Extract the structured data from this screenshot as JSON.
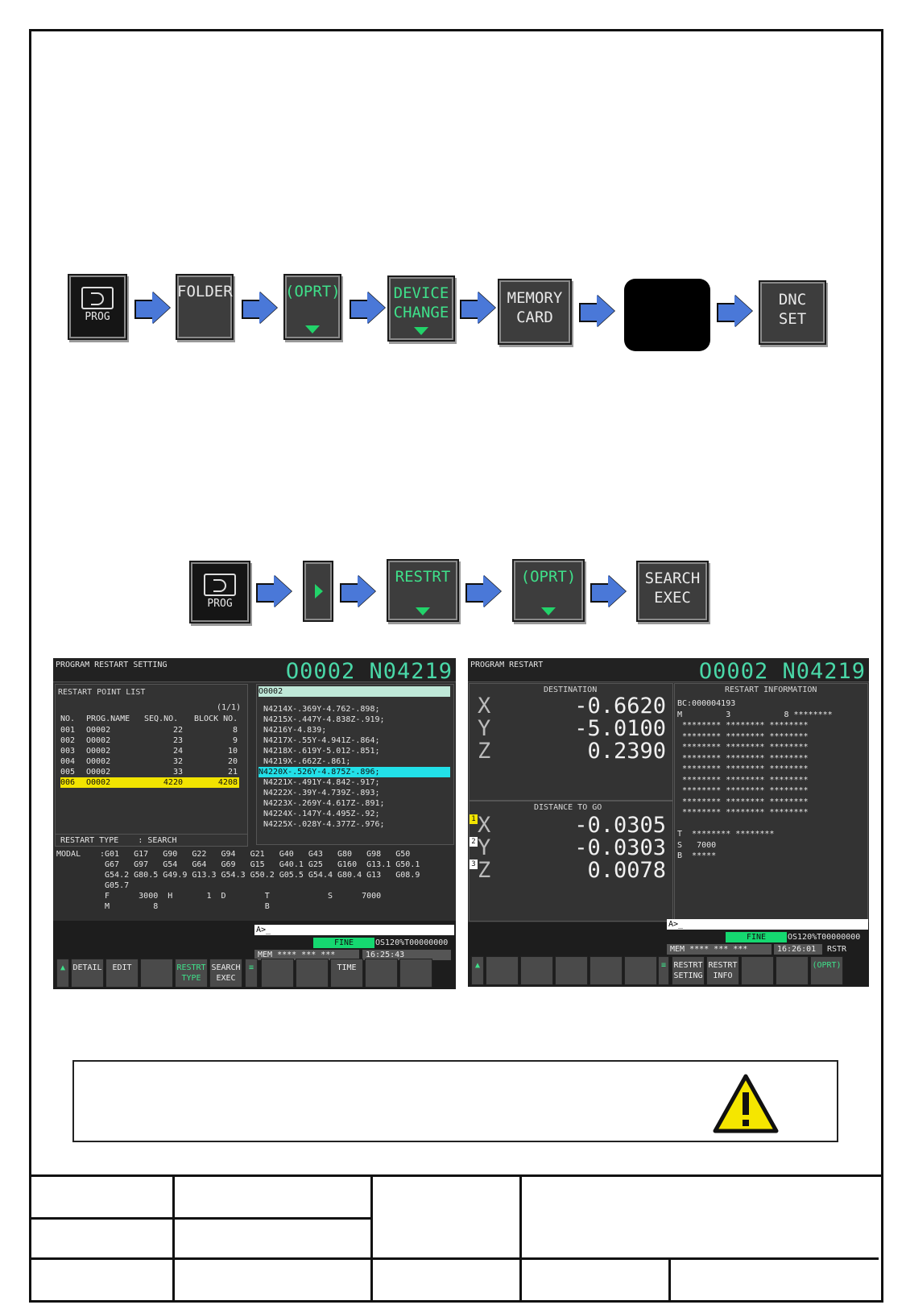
{
  "flow1": {
    "keys": [
      {
        "id": "prog",
        "label": "PROG"
      },
      {
        "id": "folder",
        "lines": [
          "FOLDER"
        ]
      },
      {
        "id": "oprt",
        "lines": [
          "(OPRT)"
        ]
      },
      {
        "id": "device",
        "lines": [
          "DEVICE",
          "CHANGE"
        ]
      },
      {
        "id": "memory",
        "lines": [
          "MEMORY",
          "CARD"
        ]
      },
      {
        "id": "dnc",
        "lines": [
          "DNC",
          "SET"
        ]
      }
    ]
  },
  "flow2": {
    "keys": [
      {
        "id": "prog",
        "label": "PROG"
      },
      {
        "id": "restrt",
        "lines": [
          "RESTRT"
        ]
      },
      {
        "id": "oprt",
        "lines": [
          "(OPRT)"
        ]
      },
      {
        "id": "search",
        "lines": [
          "SEARCH",
          "EXEC"
        ]
      }
    ]
  },
  "screen1": {
    "title": "PROGRAM RESTART SETTING",
    "prog": "O0002 N04219",
    "list_title": "RESTART POINT LIST",
    "page": "(1/1)",
    "columns": [
      "NO.",
      "PROG.NAME",
      "SEQ.NO.",
      "BLOCK NO."
    ],
    "rows": [
      [
        "001",
        "O0002",
        "22",
        "8"
      ],
      [
        "002",
        "O0002",
        "23",
        "9"
      ],
      [
        "003",
        "O0002",
        "24",
        "10"
      ],
      [
        "004",
        "O0002",
        "32",
        "20"
      ],
      [
        "005",
        "O0002",
        "33",
        "21"
      ],
      [
        "006",
        "O0002",
        "4220",
        "4208"
      ]
    ],
    "program_name": "O0002",
    "program_lines": [
      "N4214X-.369Y-4.762-.898;",
      "N4215X-.447Y-4.838Z-.919;",
      "N4216Y-4.839;",
      "N4217X-.55Y-4.941Z-.864;",
      "N4218X-.619Y-5.012-.851;",
      "N4219X-.662Z-.861;",
      "N4220X-.526Y-4.875Z-.896;",
      "N4221X-.491Y-4.842-.917;",
      "N4222X-.39Y-4.739Z-.893;",
      "N4223X-.269Y-4.617Z-.891;",
      "N4224X-.147Y-4.495Z-.92;",
      "N4225X-.028Y-4.377Z-.976;"
    ],
    "restart_type": "RESTART TYPE    : SEARCH",
    "modal_label": "MODAL",
    "modal_lines": [
      ":G01   G17   G90   G22   G94   G21   G40   G43   G80   G98   G50",
      " G67   G97   G54   G64   G69   G15   G40.1 G25   G160  G13.1 G50.1",
      " G54.2 G80.5 G49.9 G13.3 G54.3 G50.2 G05.5 G54.4 G80.4 G13   G08.9",
      " G05.7",
      " F      3000  H       1  D        T            S      7000",
      " M         8                      B"
    ],
    "input": "A>_",
    "fine": "FINE",
    "os": "OS120%T00000000",
    "mode": "MEM  **** *** ***",
    "time": "16:25:43",
    "softkeys": [
      "DETAIL",
      "EDIT",
      "",
      "RESTRT TYPE",
      "SEARCH EXEC",
      "",
      "",
      "TIME",
      "",
      ""
    ]
  },
  "screen2": {
    "title": "PROGRAM RESTART",
    "prog": "O0002 N04219",
    "dest_title": "DESTINATION",
    "dest": [
      {
        "axis": "X",
        "value": "-0.6620"
      },
      {
        "axis": "Y",
        "value": "-5.0100"
      },
      {
        "axis": "Z",
        "value": "0.2390"
      }
    ],
    "dist_title": "DISTANCE TO GO",
    "dist": [
      {
        "axis": "X",
        "value": "-0.0305",
        "tag": "1"
      },
      {
        "axis": "Y",
        "value": "-0.0303",
        "tag": "2"
      },
      {
        "axis": "Z",
        "value": "0.0078",
        "tag": "3"
      }
    ],
    "info_title": "RESTART INFORMATION",
    "info_lines": [
      "BC:000004193",
      "M         3           8 ********",
      " ******** ******** ********",
      " ******** ******** ********",
      " ******** ******** ********",
      " ******** ******** ********",
      " ******** ******** ********",
      " ******** ******** ********",
      " ******** ******** ********",
      " ******** ******** ********",
      " ******** ******** ********",
      "",
      "T  ******** ********",
      "S   7000",
      "B  *****"
    ],
    "input": "A>_",
    "fine": "FINE",
    "os": "OS120%T00000000",
    "mode": "MEM  **** *** ***",
    "time": "16:26:01",
    "rstr": "RSTR",
    "softkeys": [
      "",
      "",
      "",
      "",
      "",
      "RESTRT SETING",
      "RESTRT INFO",
      "",
      "",
      "(OPRT)"
    ]
  }
}
